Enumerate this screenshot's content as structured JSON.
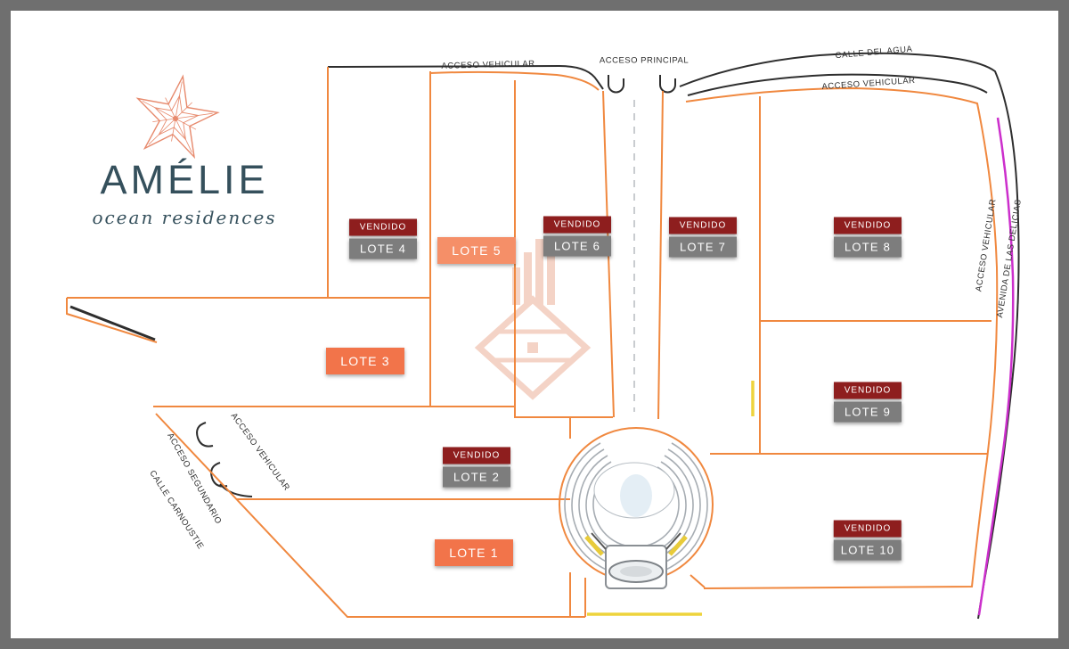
{
  "brand": {
    "name": "AMÉLIE",
    "tagline": "ocean residences"
  },
  "streets": {
    "acceso_vehicular_top": "ACCESO VEHICULAR",
    "acceso_principal": "ACCESO PRINCIPAL",
    "calle_del_agua": "CALLE DEL AGUA",
    "acceso_vehicular_top_right": "ACCESO VEHICULAR",
    "acceso_vehicular_right": "ACCESO VEHICULAR",
    "avenida_de_las_delicias": "AVENIDA DE LAS DELICIAS",
    "acceso_vehicular_left": "ACCESO VEHICULAR",
    "acceso_segundario": "ACCESO SEGUNDARIO",
    "calle_carnoustie": "CALLE CARNOUSTIE"
  },
  "lots": [
    {
      "label": "LOTE 1",
      "sold": false
    },
    {
      "label": "LOTE 2",
      "sold": true,
      "status": "VENDIDO"
    },
    {
      "label": "LOTE 3",
      "sold": false
    },
    {
      "label": "LOTE 4",
      "sold": true,
      "status": "VENDIDO"
    },
    {
      "label": "LOTE 5",
      "sold": false
    },
    {
      "label": "LOTE 6",
      "sold": true,
      "status": "VENDIDO"
    },
    {
      "label": "LOTE 7",
      "sold": true,
      "status": "VENDIDO"
    },
    {
      "label": "LOTE 8",
      "sold": true,
      "status": "VENDIDO"
    },
    {
      "label": "LOTE 9",
      "sold": true,
      "status": "VENDIDO"
    },
    {
      "label": "LOTE 10",
      "sold": true,
      "status": "VENDIDO"
    }
  ],
  "colors": {
    "sold_red": "#8e1e1e",
    "available_orange": "#f2744a",
    "lot_gray": "#7d7d7d",
    "boundary_orange": "#f0883f",
    "road_black": "#2e2e2e",
    "avenue_magenta": "#cc2fcc",
    "curb_yellow": "#eed33c",
    "brand_navy": "#35505c",
    "starfish_coral": "#e78a6d"
  }
}
